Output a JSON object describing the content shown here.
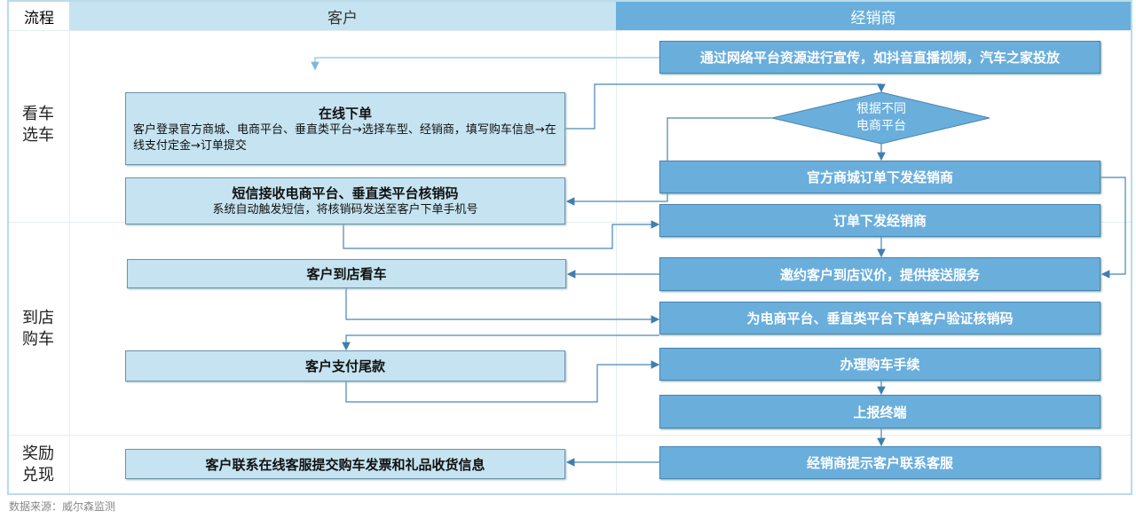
{
  "header": {
    "process": "流程",
    "customer": "客户",
    "dealer": "经销商"
  },
  "stages": [
    "看车\n选车",
    "到店\n购车",
    "奖励\n兑现"
  ],
  "customer_boxes": {
    "online_order": {
      "title": "在线下单",
      "desc": "客户登录官方商城、电商平台、垂直类平台→选择车型、经销商，填写购车信息→在线支付定金→订单提交"
    },
    "sms": {
      "title": "短信接收电商平台、垂直类平台核销码",
      "desc": "系统自动触发短信，将核销码发送至客户下单手机号"
    },
    "visit": {
      "title": "客户到店看车"
    },
    "pay": {
      "title": "客户支付尾款"
    },
    "contact": {
      "title": "客户联系在线客服提交购车发票和礼品收货信息"
    }
  },
  "dealer_boxes": {
    "promo": "通过网络平台资源进行宣传，如抖音直播视频，汽车之家投放",
    "decision": "根据不同\n电商平台",
    "official": "官方商城订单下发经销商",
    "order": "订单下发经销商",
    "invite": "邀约客户到店议价，提供接送服务",
    "verify": "为电商平台、垂直类平台下单客户验证核销码",
    "process": "办理购车手续",
    "report": "上报终端",
    "notify": "经销商提示客户联系客服"
  },
  "footer": "数据来源：威尔森监测"
}
